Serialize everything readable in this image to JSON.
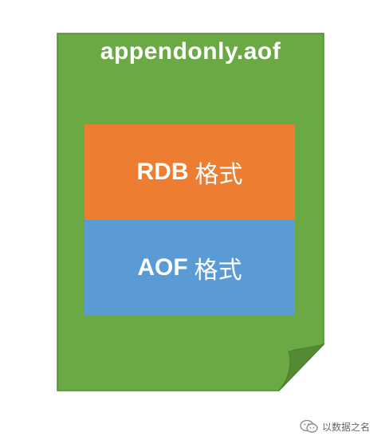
{
  "file": {
    "title": "appendonly.aof",
    "fill_color": "#6ba945",
    "border_color": "#4f8a32",
    "fold_color": "#548a34"
  },
  "sections": [
    {
      "label": "RDB",
      "label_cjk": "格式",
      "color": "#ed7d31"
    },
    {
      "label": "AOF",
      "label_cjk": "格式",
      "color": "#5b9bd5"
    }
  ],
  "watermark": {
    "icon": "wechat-icon",
    "text": "以数据之名"
  }
}
